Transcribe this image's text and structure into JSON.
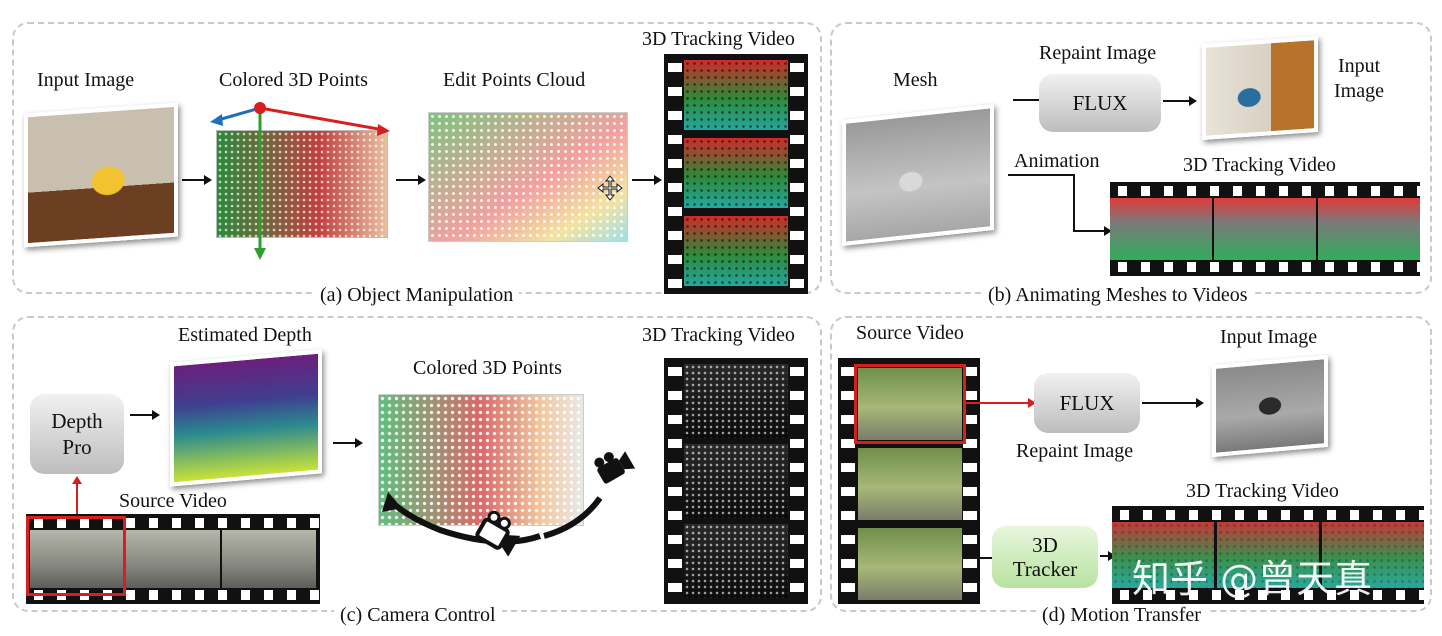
{
  "panels": {
    "a": {
      "caption": "(a) Object Manipulation",
      "input_image": "Input Image",
      "colored_points": "Colored 3D Points",
      "edit_points": "Edit Points Cloud",
      "tracking_video": "3D Tracking Video"
    },
    "b": {
      "caption": "(b) Animating Meshes to Videos",
      "mesh": "Mesh",
      "repaint_image": "Repaint Image",
      "flux": "FLUX",
      "input_image_line1": "Input",
      "input_image_line2": "Image",
      "animation": "Animation",
      "tracking_video": "3D Tracking Video"
    },
    "c": {
      "caption": "(c) Camera Control",
      "estimated_depth": "Estimated Depth",
      "depth_pro_line1": "Depth",
      "depth_pro_line2": "Pro",
      "source_video": "Source Video",
      "colored_points": "Colored 3D Points",
      "tracking_video": "3D Tracking Video"
    },
    "d": {
      "caption": "(d) Motion Transfer",
      "source_video": "Source Video",
      "flux": "FLUX",
      "repaint_image": "Repaint Image",
      "input_image": "Input Image",
      "tracker_line1": "3D",
      "tracker_line2": "Tracker",
      "tracking_video": "3D Tracking Video"
    }
  },
  "watermark": "知乎 @曾天真",
  "colors": {
    "arrow_red": "#d61f1f",
    "axis_blue": "#1f6fbf",
    "axis_green": "#2aa02a",
    "dashed_border": "#c9c9c9"
  }
}
